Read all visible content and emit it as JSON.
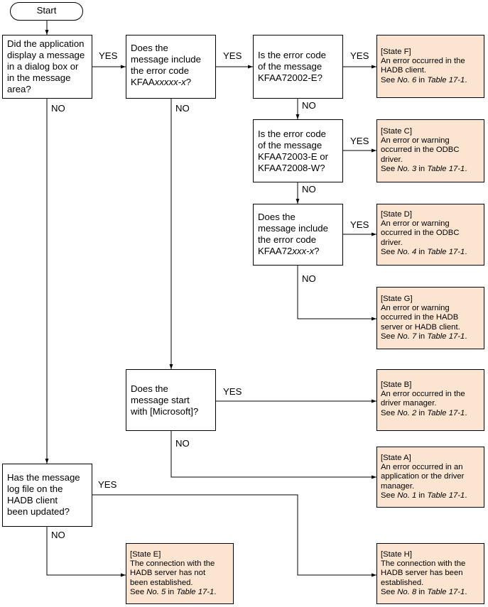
{
  "start": "Start",
  "q1": {
    "lines": [
      "Did the application",
      "display a message",
      "in a dialog box or",
      "in the message",
      "area?"
    ]
  },
  "q2": {
    "l1": "Does the",
    "l2": "message include",
    "l3": "the error code",
    "l4a": "KFAA",
    "l4b": "xxxxx-x",
    "l4c": "?"
  },
  "q3": {
    "lines": [
      "Is the error code",
      "of the message",
      "KFAA72002-E?"
    ]
  },
  "q4": {
    "lines": [
      "Is the error code",
      "of the message",
      "KFAA72003-E or",
      "KFAA72008-W?"
    ]
  },
  "q5": {
    "l1": "Does the",
    "l2": "message include",
    "l3": "the error code",
    "l4a": "KFAA72",
    "l4b": "xxx-x",
    "l4c": "?"
  },
  "q6": {
    "lines": [
      "Does the",
      "message start",
      "with [Microsoft]?"
    ]
  },
  "q7": {
    "lines": [
      "Has the message",
      "log file on the",
      "HADB client",
      "been updated?"
    ]
  },
  "see": {
    "prefix": "See ",
    "in": " in ",
    "table": "Table 17-1",
    "end": "."
  },
  "states": {
    "F": {
      "lines": [
        "[State F]",
        "An error occurred in the",
        "HADB client."
      ],
      "no": "No. 6"
    },
    "C": {
      "lines": [
        "[State C]",
        "An error or warning",
        "occurred in the ODBC",
        "driver."
      ],
      "no": "No. 3"
    },
    "D": {
      "lines": [
        "[State D]",
        "An error or warning",
        "occurred in the ODBC",
        "driver."
      ],
      "no": "No. 4"
    },
    "G": {
      "lines": [
        "[State G]",
        "An error or warning",
        "occurred in the HADB",
        "server or HADB client."
      ],
      "no": "No. 7"
    },
    "B": {
      "lines": [
        "[State B]",
        "An error occurred in the",
        "driver manager."
      ],
      "no": "No. 2"
    },
    "A": {
      "lines": [
        "[State A]",
        "An error occurred in an",
        "application or the driver",
        "manager."
      ],
      "no": "No. 1"
    },
    "E": {
      "lines": [
        "[State E]",
        "The connection with the",
        "HADB server has not",
        "been established."
      ],
      "no": "No. 5"
    },
    "H": {
      "lines": [
        "[State H]",
        "The connection with the",
        "HADB server has been",
        "established."
      ],
      "no": "No. 8"
    }
  },
  "labels": {
    "yes": "YES",
    "no": "NO"
  }
}
